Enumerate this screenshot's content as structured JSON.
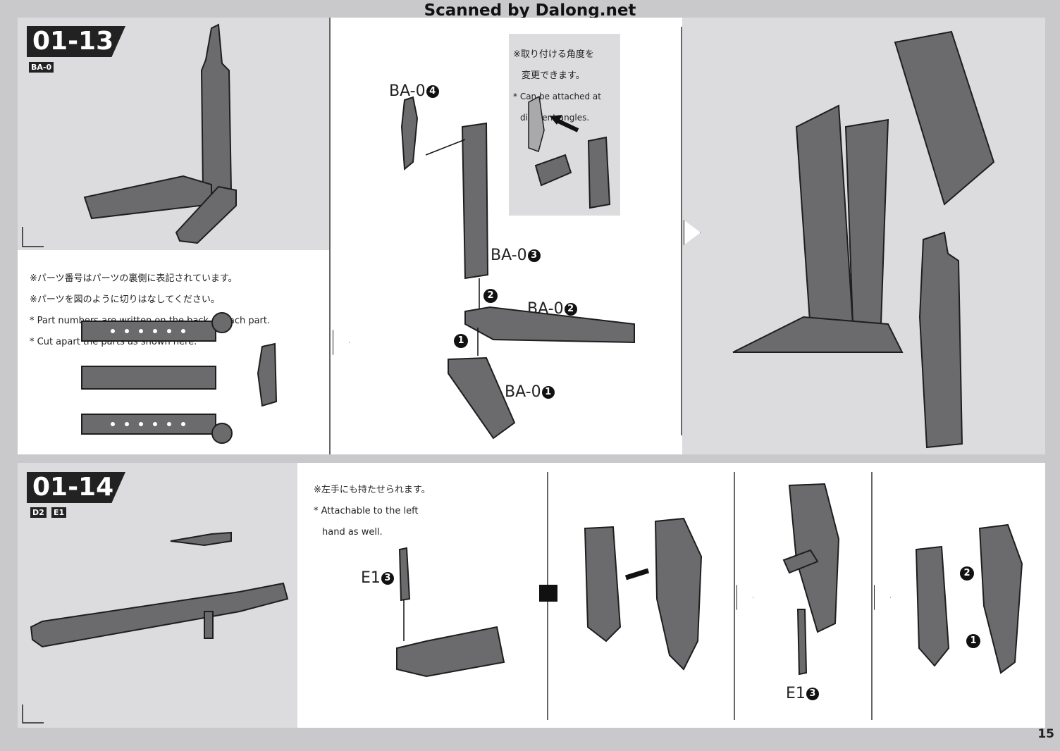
{
  "watermark": "Scanned by Dalong.net",
  "step_13": {
    "number": "01-13",
    "part_tag": "BA-0",
    "notes_jp_1": "※パーツ番号はパーツの裏側に表記されています。",
    "notes_jp_2": "※パーツを図のように切りはなしてください。",
    "notes_en_1": "* Part numbers are written on the back of each part.",
    "notes_en_2": "* Cut apart the parts as shown here.",
    "angle_note_jp_1": "※取り付ける角度を",
    "angle_note_jp_2": "変更できます。",
    "angle_note_en_1": "* Can be attached at",
    "angle_note_en_2": "different angles.",
    "labels": {
      "ba04": "BA-0",
      "ba04_num": "4",
      "ba03": "BA-0",
      "ba03_num": "3",
      "ba02": "BA-0",
      "ba02_num": "2",
      "ba01": "BA-0",
      "ba01_num": "1"
    },
    "order": {
      "first": "1",
      "second": "2"
    }
  },
  "step_14": {
    "number": "01-14",
    "part_tag_1": "D2",
    "part_tag_2": "E1",
    "note_jp": "※左手にも持たせられます。",
    "note_en_1": "* Attachable to the left",
    "note_en_2": "hand as well.",
    "label_e13": "E1",
    "label_e13_num": "3",
    "label_e13b": "E1",
    "label_e13b_num": "3",
    "order": {
      "first": "1",
      "second": "2"
    }
  },
  "page_number": "15"
}
